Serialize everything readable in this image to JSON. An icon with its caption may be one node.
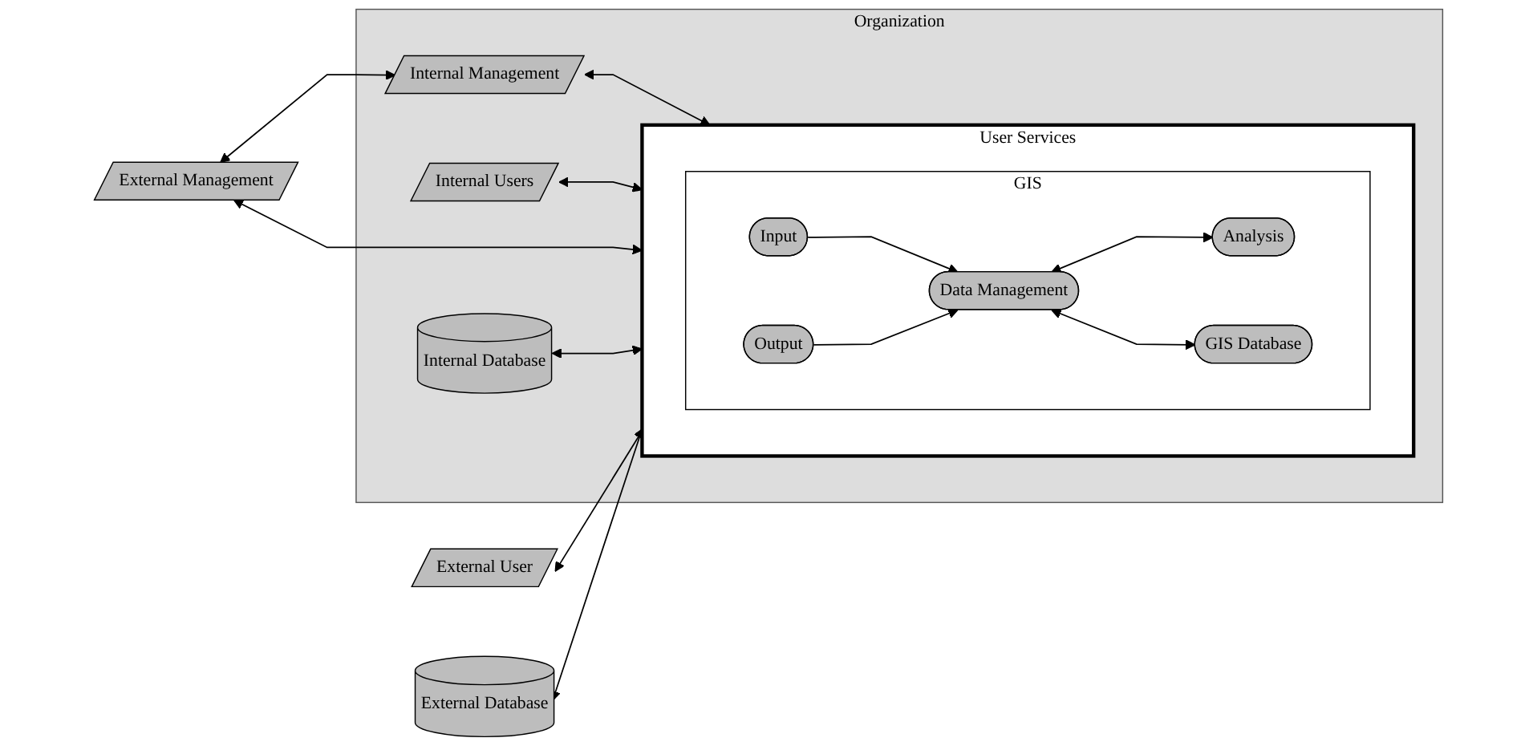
{
  "diagram": {
    "nodes": [
      {
        "text": [
          "Organization"
        ]
      },
      {
        "text": [
          "Internal Management"
        ],
        "in": 0
      },
      {
        "text": [
          "Internal Users"
        ],
        "in": 0
      },
      {
        "text": [
          "Internal Database"
        ],
        "in": 0
      },
      {
        "text": [
          "User Services"
        ],
        "in": 0
      },
      {
        "text": [
          "GIS"
        ],
        "in": 4
      },
      {
        "text": [
          "Input"
        ],
        "in": 5
      },
      {
        "text": [
          "Analysis"
        ],
        "in": 5
      },
      {
        "text": [
          "Data Management"
        ],
        "in": 5
      },
      {
        "text": [
          "GIS Database"
        ],
        "in": 5
      },
      {
        "text": [
          "Output"
        ],
        "in": 5
      },
      {
        "text": [
          "External Management"
        ]
      },
      {
        "text": [
          "External User"
        ]
      },
      {
        "text": [
          "External Database"
        ]
      }
    ],
    "edges": [
      {
        "from": 11,
        "to": 1,
        "arrow": "both"
      },
      {
        "from": 1,
        "to": 4,
        "arrow": "both"
      },
      {
        "from": 2,
        "to": 4,
        "arrow": "both"
      },
      {
        "from": 11,
        "to": 4,
        "arrow": "both"
      },
      {
        "from": 3,
        "to": 4,
        "arrow": "both"
      },
      {
        "from": 12,
        "to": 4,
        "arrow": "both"
      },
      {
        "from": 13,
        "to": 4,
        "arrow": "both"
      },
      {
        "from": 6,
        "to": 8,
        "arrow": "to"
      },
      {
        "from": 8,
        "to": 7,
        "arrow": "both"
      },
      {
        "from": 8,
        "to": 9,
        "arrow": "both"
      },
      {
        "from": 10,
        "to": 8,
        "arrow": "to"
      }
    ]
  }
}
